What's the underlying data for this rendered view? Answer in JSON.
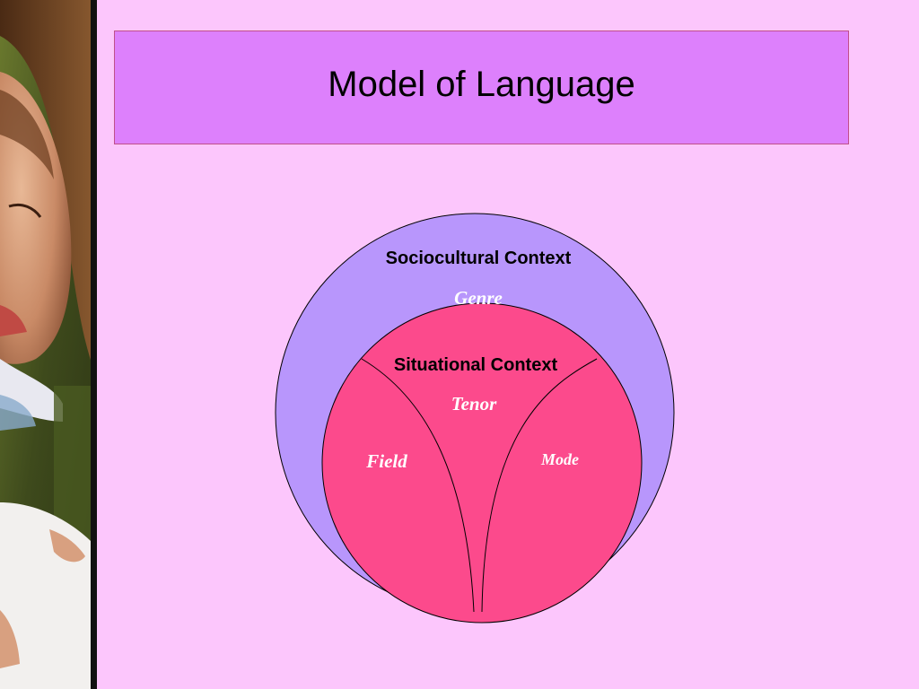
{
  "slide": {
    "title": "Model of Language"
  },
  "diagram": {
    "outer_circle": {
      "heading": "Sociocultural Context",
      "subheading": "Genre"
    },
    "inner_circle": {
      "heading": "Situational Context",
      "sections": {
        "top": "Tenor",
        "left": "Field",
        "right": "Mode"
      }
    }
  },
  "colors": {
    "background": "#fcc6fc",
    "title_box": "#dd80fc",
    "outer_circle": "#b896fc",
    "inner_circle": "#fc4a8c"
  }
}
